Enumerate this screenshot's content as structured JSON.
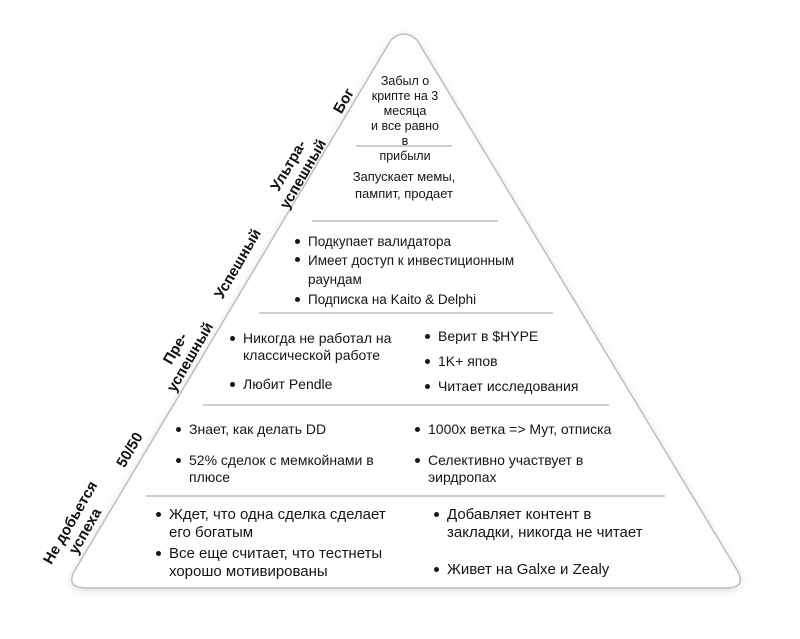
{
  "colors": {
    "fill": "#ffffff",
    "stroke": "#bdbdbd",
    "text": "#151515"
  },
  "tiers": [
    {
      "label": [
        "Бог"
      ],
      "items": [
        "Забыл о",
        "крипте на 3",
        "месяца",
        "и все равно в",
        "прибыли"
      ]
    },
    {
      "label": [
        "Ультра-",
        "успешный"
      ],
      "items": [
        "Запускает мемы,",
        "пампит, продает"
      ]
    },
    {
      "label": [
        "Успешный"
      ],
      "items": [
        "Подкупает валидатора",
        "Имеет доступ к инвестиционным",
        "раундам",
        "Подписка на Kaito & Delphi"
      ]
    },
    {
      "label": [
        "Пре-",
        "успешный"
      ],
      "items": [
        "Никогда не работал на",
        "классической работе",
        "Любит Pendle",
        "Верит в $HYPE",
        "1K+ япов",
        "Читает исследования"
      ]
    },
    {
      "label": [
        "50/50"
      ],
      "items": [
        "Знает, как делать DD",
        "52% сделок с мемкойнами в",
        "плюсе",
        "1000x ветка => Мут, отписка",
        "Селективно участвует в",
        "эирдропах"
      ]
    },
    {
      "label": [
        "Не добьется",
        "успеха"
      ],
      "items": [
        "Ждет, что одна сделка сделает",
        "его богатым",
        "Все еще считает, что тестнеты",
        "хорошо мотивированы",
        "Добавляет контент в",
        "закладки, никогда не читает",
        "Живет на Galxe и Zealy"
      ]
    }
  ]
}
